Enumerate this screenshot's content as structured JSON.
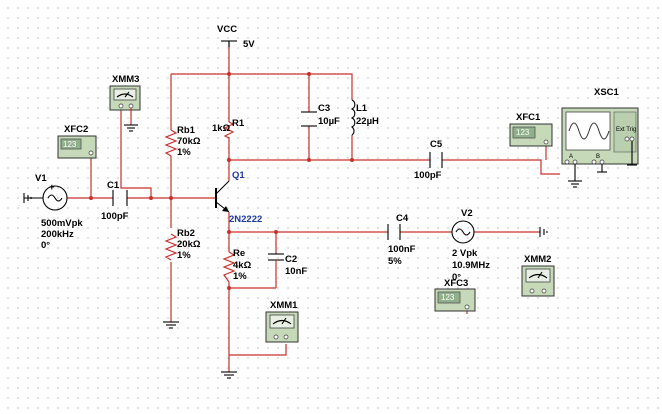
{
  "supply": {
    "name": "VCC",
    "value": "5V"
  },
  "resistors": {
    "r1": {
      "name": "R1",
      "value": "1kΩ"
    },
    "rb1": {
      "name": "Rb1",
      "value": "70kΩ",
      "tol": "1%"
    },
    "rb2": {
      "name": "Rb2",
      "value": "20kΩ",
      "tol": "1%"
    },
    "re": {
      "name": "Re",
      "value": "4kΩ",
      "tol": "1%"
    }
  },
  "capacitors": {
    "c1": {
      "name": "C1",
      "value": "100pF"
    },
    "c2": {
      "name": "C2",
      "value": "10nF"
    },
    "c3": {
      "name": "C3",
      "value": "10µF"
    },
    "c4": {
      "name": "C4",
      "value": "100nF",
      "tol": "5%"
    },
    "c5": {
      "name": "C5",
      "value": "100pF"
    }
  },
  "inductor": {
    "name": "L1",
    "value": "22µH"
  },
  "transistor": {
    "name": "Q1",
    "model": "2N2222"
  },
  "sources": {
    "v1": {
      "name": "V1",
      "amp": "500mVpk",
      "freq": "200kHz",
      "phase": "0°"
    },
    "v2": {
      "name": "V2",
      "amp": "2 Vpk",
      "freq": "10.9MHz",
      "phase": "0°"
    }
  },
  "instruments": {
    "xfc1": {
      "name": "XFC1",
      "display": "123"
    },
    "xfc2": {
      "name": "XFC2",
      "display": "123"
    },
    "xfc3": {
      "name": "XFC3",
      "display": "123"
    },
    "xmm1": {
      "name": "XMM1"
    },
    "xmm2": {
      "name": "XMM2"
    },
    "xmm3": {
      "name": "XMM3"
    },
    "xsc1": {
      "name": "XSC1",
      "ext_trig": "Ext Trig",
      "ch_a": "A",
      "ch_b": "B"
    }
  },
  "colors": {
    "wire": "#c9302c",
    "transistor_label": "#1f3a9e",
    "instrument": "#c6d9b8"
  }
}
